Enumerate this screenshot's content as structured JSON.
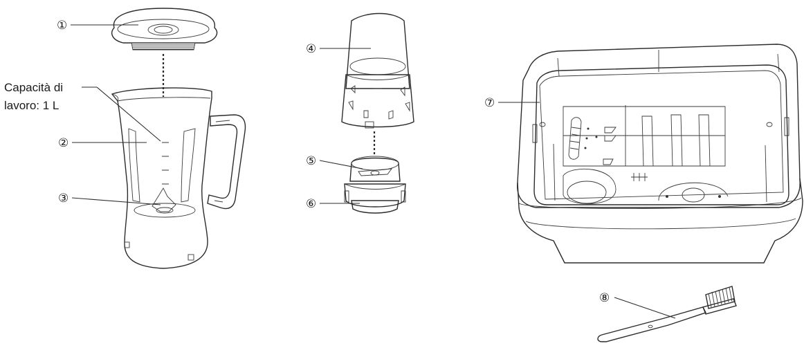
{
  "callouts": {
    "c1": "①",
    "c2": "②",
    "c3": "③",
    "c4": "④",
    "c5": "⑤",
    "c6": "⑥",
    "c7": "⑦",
    "c8": "⑧"
  },
  "capacity_note": {
    "line1": "Capacità di",
    "line2": "lavoro: 1 L"
  },
  "colors": {
    "outline": "#2b2b2b",
    "plastic_light": "#f3f3f3",
    "plastic_mid": "#dcdcdc",
    "metal_dark": "#7a7a7a",
    "metal_mid": "#a8a8a8"
  }
}
